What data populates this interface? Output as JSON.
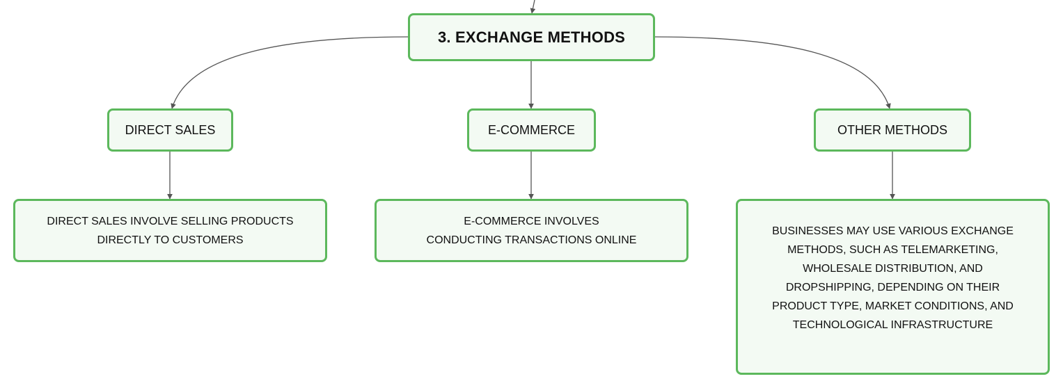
{
  "root": {
    "label": "3. EXCHANGE METHODS"
  },
  "branches": [
    {
      "label": "DIRECT SALES",
      "detail": "DIRECT SALES INVOLVE SELLING PRODUCTS DIRECTLY TO CUSTOMERS"
    },
    {
      "label": "E-COMMERCE",
      "detail": "E-COMMERCE INVOLVES CONDUCTING TRANSACTIONS ONLINE"
    },
    {
      "label": "OTHER METHODS",
      "detail": "BUSINESSES MAY USE VARIOUS EXCHANGE METHODS, SUCH AS TELEMARKETING, WHOLESALE DISTRIBUTION, AND DROPSHIPPING, DEPENDING ON THEIR PRODUCT TYPE, MARKET CONDITIONS, AND TECHNOLOGICAL INFRASTRUCTURE"
    }
  ],
  "colors": {
    "node_border": "#5cb85c",
    "node_fill": "#f3faf3",
    "connector": "#555555",
    "text": "#111111"
  }
}
